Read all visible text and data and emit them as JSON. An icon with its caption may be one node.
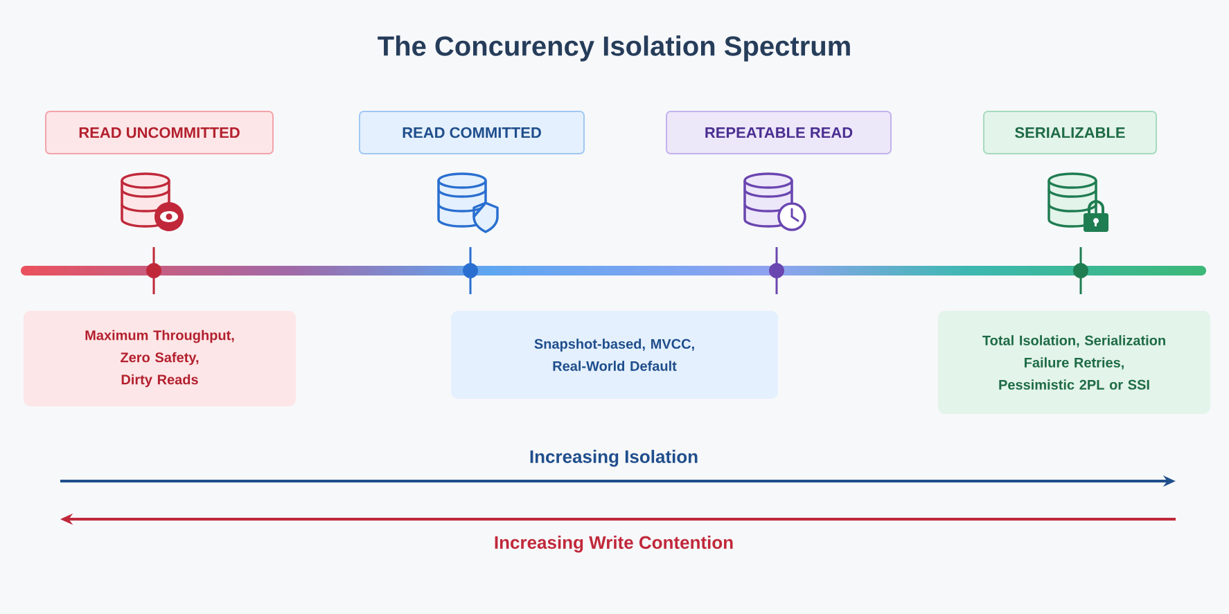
{
  "diagram": {
    "title": "The Concurency Isolation Spectrum",
    "nodes": [
      {
        "text": [
          "READ UNCOMMITTED"
        ]
      },
      {
        "text": [
          "READ COMMITTED"
        ]
      },
      {
        "text": [
          "REPEATABLE READ"
        ]
      },
      {
        "text": [
          "SERIALIZABLE"
        ]
      },
      {
        "text": [
          "Maximum Throughput, Zero Safety, Dirty Reads"
        ]
      },
      {
        "text": [
          "Snapshot-based, MVCC, Real-World Default"
        ]
      },
      {
        "text": [
          "Total Isolation, Serialization Failure Retries, Pessimistic 2PL or SSI"
        ]
      }
    ],
    "labels": [
      "Increasing Isolation",
      "Increasing Write Contention"
    ]
  }
}
